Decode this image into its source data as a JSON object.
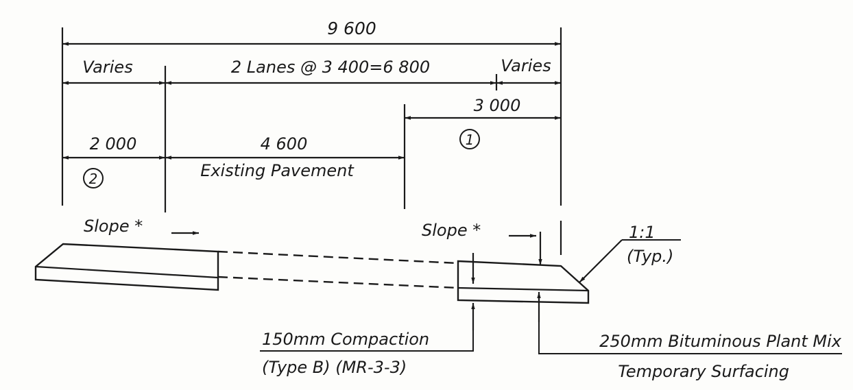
{
  "dimensions": {
    "overall": "9 600",
    "left_varies": "Varies",
    "lanes": "2 Lanes @ 3 400=6 800",
    "right_varies": "Varies",
    "right_3000": "3 000",
    "left_2000": "2 000",
    "middle_4600": "4 600"
  },
  "labels": {
    "existing_pavement": "Existing Pavement",
    "circle_1": "1",
    "circle_2": "2",
    "slope_left": "Slope *",
    "slope_right": "Slope *",
    "ratio": "1:1",
    "ratio_typ": "(Typ.)"
  },
  "callouts": {
    "compaction_line1": "150mm Compaction",
    "compaction_line2": "(Type B) (MR-3-3)",
    "bituminous_line1": "250mm Bituminous Plant Mix",
    "bituminous_line2": "Temporary Surfacing"
  }
}
